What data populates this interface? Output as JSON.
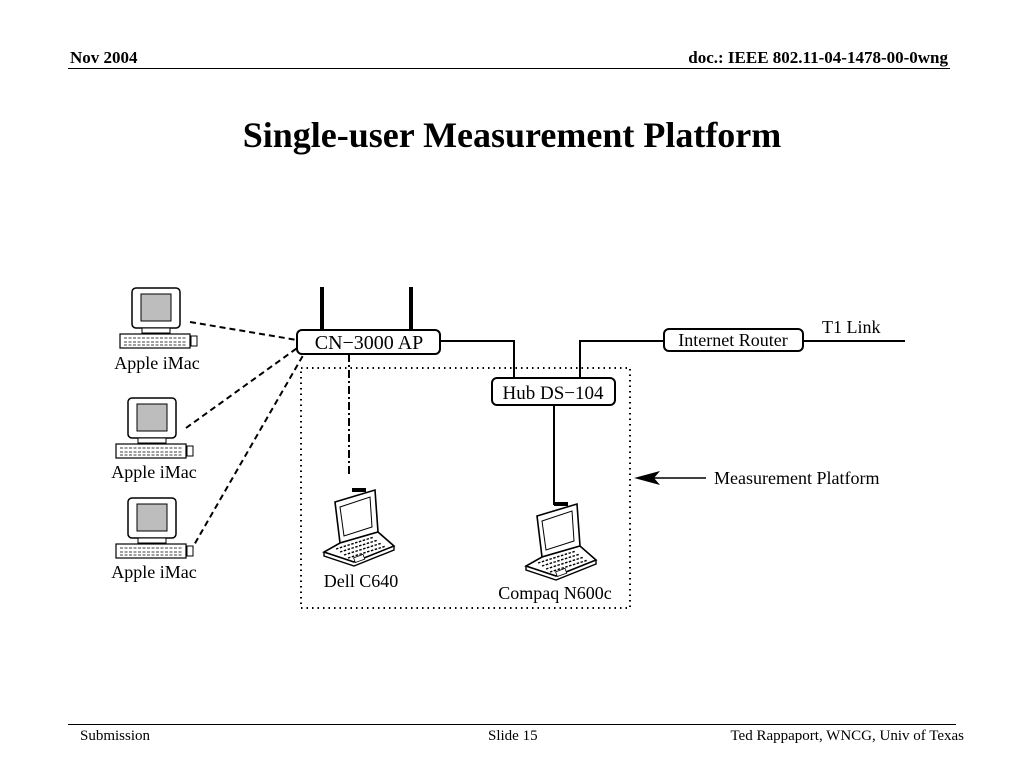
{
  "header": {
    "date": "Nov 2004",
    "doc_id": "doc.: IEEE 802.11-04-1478-00-0wng"
  },
  "title": "Single-user Measurement Platform",
  "diagram": {
    "imac_labels": [
      "Apple iMac",
      "Apple iMac",
      "Apple iMac"
    ],
    "access_point": "CN−3000 AP",
    "hub": "Hub DS−104",
    "router": "Internet Router",
    "t1_link": "T1 Link",
    "laptop_dell": "Dell C640",
    "laptop_compaq": "Compaq N600c",
    "platform_label": "Measurement Platform"
  },
  "footer": {
    "left": "Submission",
    "center": "Slide 15",
    "right": "Ted Rappaport, WNCG, Univ of Texas"
  }
}
